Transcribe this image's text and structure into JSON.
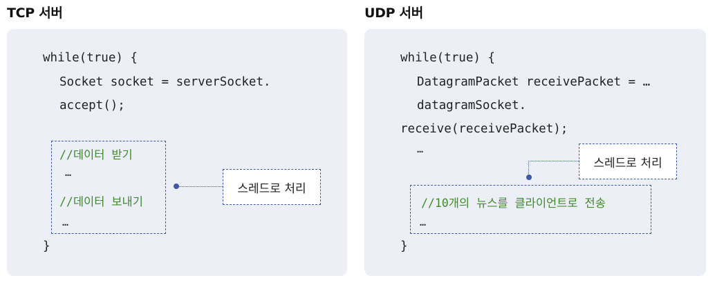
{
  "tcp": {
    "title": "TCP 서버",
    "code": {
      "loop_open": "while(true) {",
      "accept_line1": "Socket socket = serverSocket.",
      "accept_line2": "accept();",
      "comment_receive": "//데이터 받기",
      "ellipsis_1": "…",
      "comment_send": "//데이터 보내기",
      "ellipsis_2": "…",
      "loop_close": "}"
    },
    "callout": "스레드로 처리"
  },
  "udp": {
    "title": "UDP 서버",
    "code": {
      "loop_open": "while(true) {",
      "packet_line": "DatagramPacket receivePacket = …",
      "socket_line": "datagramSocket.",
      "receive_line": "receive(receivePacket);",
      "ellipsis_1": "…",
      "comment_send_news": "//10개의 뉴스를 클라이언트로 전송",
      "ellipsis_2": "…",
      "loop_close": "}"
    },
    "callout": "스레드로 처리"
  },
  "colors": {
    "panel_bg": "#eceff6",
    "comment": "#3f8a2d",
    "connector": "#3d58a8"
  }
}
